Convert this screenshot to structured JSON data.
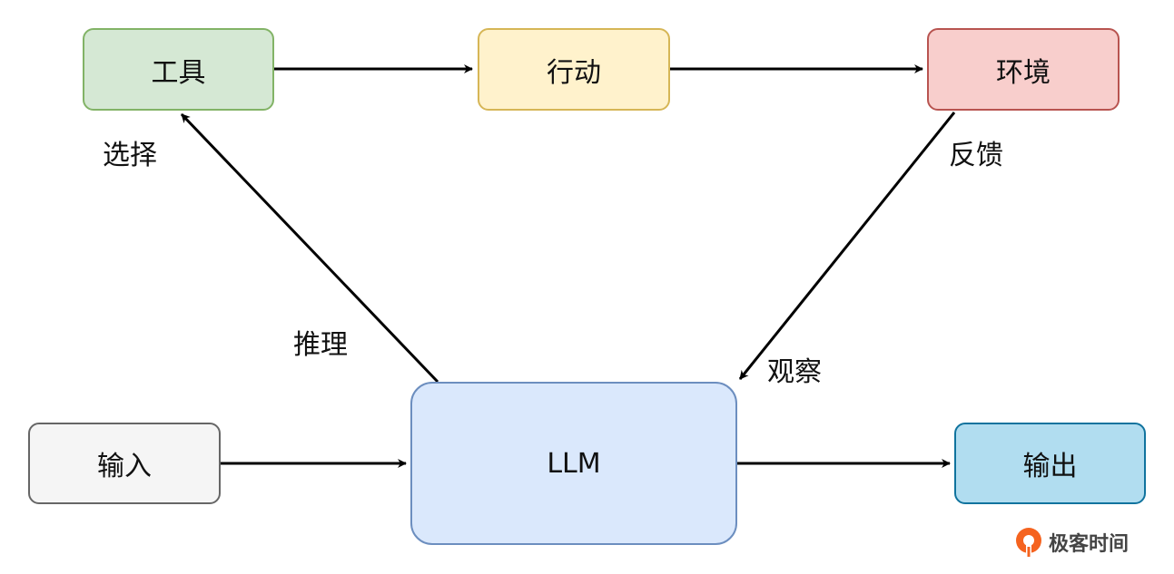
{
  "nodes": {
    "tool": {
      "label": "工具",
      "fill": "#d5e8d4",
      "stroke": "#82b366"
    },
    "action": {
      "label": "行动",
      "fill": "#fff2cc",
      "stroke": "#d6b656"
    },
    "env": {
      "label": "环境",
      "fill": "#f8cecc",
      "stroke": "#b85450"
    },
    "input": {
      "label": "输入",
      "fill": "#f5f5f5",
      "stroke": "#666666"
    },
    "llm": {
      "label": "LLM",
      "fill": "#dae8fc",
      "stroke": "#6c8ebf"
    },
    "output": {
      "label": "输出",
      "fill": "#b1ddf0",
      "stroke": "#10739e"
    }
  },
  "edge_labels": {
    "select": "选择",
    "feedback": "反馈",
    "reason": "推理",
    "observe": "观察"
  },
  "watermark": {
    "text": "极客时间",
    "icon": "geektime-logo-icon",
    "icon_color": "#f5631f"
  }
}
